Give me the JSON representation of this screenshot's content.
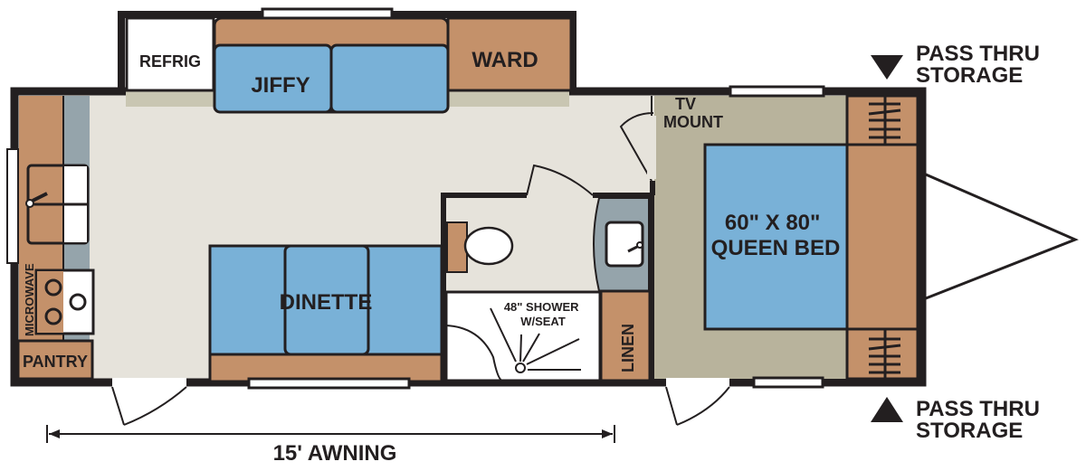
{
  "colors": {
    "wall": "#231f20",
    "floor": "#e6e3db",
    "wood": "#c4916a",
    "cushion": "#79b1d7",
    "counter": "#95a4ab",
    "bedroom_floor": "#b8b39c",
    "white": "#ffffff"
  },
  "labels": {
    "refrig": "REFRIG",
    "jiffy": "JIFFY",
    "ward": "WARD",
    "microwave": "MICROWAVE",
    "pantry": "PANTRY",
    "dinette": "DINETTE",
    "shower_line1": "48\" SHOWER",
    "shower_line2": "W/SEAT",
    "linen": "LINEN",
    "tv_line1": "TV",
    "tv_line2": "MOUNT",
    "bed_line1": "60\" X 80\"",
    "bed_line2": "QUEEN BED",
    "pass_top_line1": "PASS THRU",
    "pass_top_line2": "STORAGE",
    "pass_bottom_line1": "PASS THRU",
    "pass_bottom_line2": "STORAGE",
    "awning": "15' AWNING"
  }
}
